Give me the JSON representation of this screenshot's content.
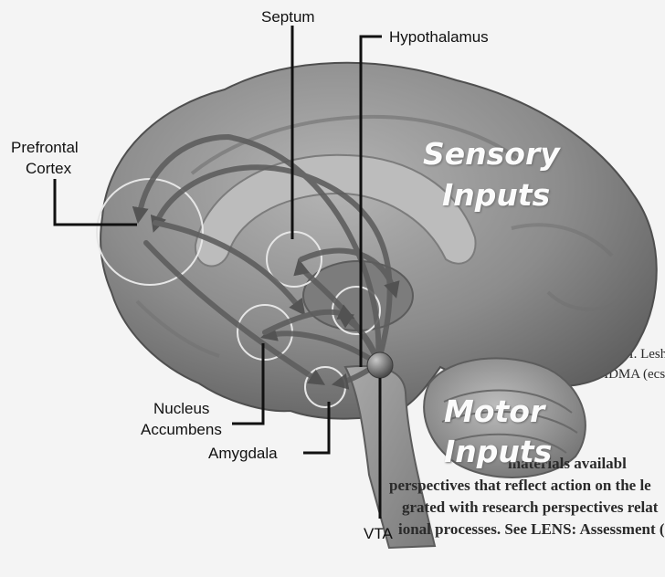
{
  "labels": {
    "septum": "Septum",
    "hypothalamus": "Hypothalamus",
    "prefrontal_line1": "Prefrontal",
    "prefrontal_line2": "Cortex",
    "nucleus_line1": "Nucleus",
    "nucleus_line2": "Accumbens",
    "amygdala": "Amygdala",
    "vta": "VTA",
    "sensory_line1": "Sensory",
    "sensory_line2": "Inputs",
    "motor_line1": "Motor",
    "motor_line2": "Inputs"
  },
  "background_text": [
    "Dr. Alan I. Leshn",
    "ng MDMA (ecsta",
    "materials availabl",
    "perspectives that reflect action on the le",
    "grated with research perspectives relat",
    "ional processes. See LENS: Assessment ("
  ],
  "colors": {
    "brain": "#8a8a8a",
    "pathway": "#5e5e5e",
    "highlight_ring": "#e6e6e6",
    "label_text": "#111111",
    "region_text": "#fbfbfb"
  }
}
